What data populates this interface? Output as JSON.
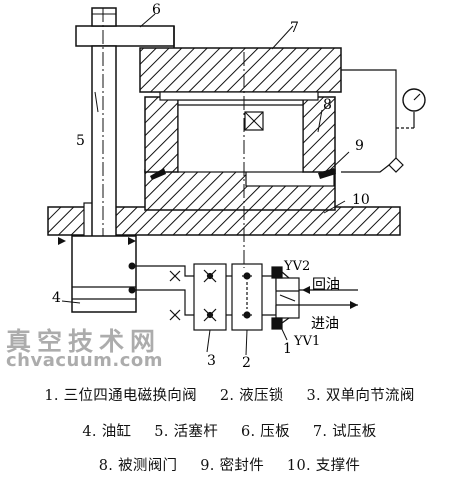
{
  "callouts": {
    "c1": "1",
    "c2": "2",
    "c3": "3",
    "c4": "4",
    "c5": "5",
    "c6": "6",
    "c7": "7",
    "c8": "8",
    "c9": "9",
    "c10": "10"
  },
  "valves": {
    "yv2": "YV2",
    "yv1": "YV1"
  },
  "lines": {
    "return": "回油",
    "supply": "进油"
  },
  "watermark": {
    "cn": "真空技术网",
    "url": "chvacuum.com"
  },
  "legend": {
    "row1": [
      "1. 三位四通电磁换向阀",
      "2. 液压锁",
      "3. 双单向节流阀"
    ],
    "row2": [
      "4. 油缸",
      "5. 活塞杆",
      "6. 压板",
      "7. 试压板"
    ],
    "row3": [
      "8. 被测阀门",
      "9. 密封件",
      "10. 支撑件"
    ]
  },
  "colors": {
    "line": "#111111",
    "background": "#ffffff"
  }
}
